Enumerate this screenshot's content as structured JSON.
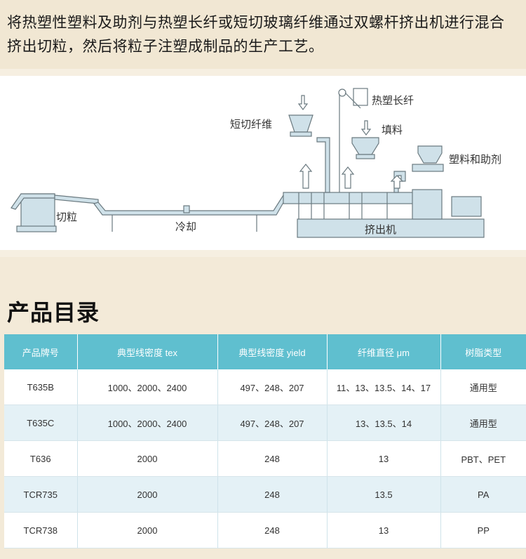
{
  "intro": {
    "text": "将热塑性塑料及助剂与热塑长纤或短切玻璃纤维通过双螺杆挤出机进行混合挤出切粒，然后将粒子注塑成制品的生产工艺。"
  },
  "diagram": {
    "labels": {
      "short_fiber": "短切纤维",
      "long_fiber": "热塑长纤",
      "filler": "填料",
      "plastic_additive": "塑料和助剂",
      "pelletizing": "切粒",
      "cooling": "冷却",
      "extruder": "挤出机"
    },
    "colors": {
      "machine_fill": "#cfe1e9",
      "machine_stroke": "#6b7a80"
    }
  },
  "catalog": {
    "title": "产品目录",
    "header_color": "#5fbfcf",
    "columns": [
      "产品牌号",
      "典型线密度  tex",
      "典型线密度 yield",
      "纤维直径   μm",
      "树脂类型"
    ],
    "rows": [
      [
        "T635B",
        "1000、2000、2400",
        "497、248、207",
        "11、13、13.5、14、17",
        "通用型"
      ],
      [
        "T635C",
        "1000、2000、2400",
        "497、248、207",
        "13、13.5、14",
        "通用型"
      ],
      [
        "T636",
        "2000",
        "248",
        "13",
        "PBT、PET"
      ],
      [
        "TCR735",
        "2000",
        "248",
        "13.5",
        "PA"
      ],
      [
        "TCR738",
        "2000",
        "248",
        "13",
        "PP"
      ]
    ]
  }
}
